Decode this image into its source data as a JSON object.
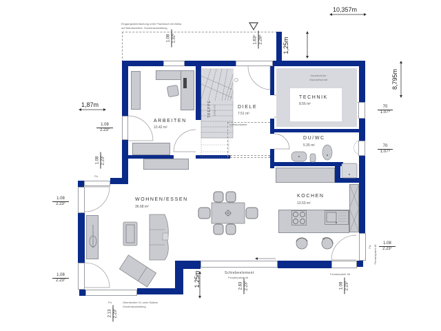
{
  "plan": {
    "overall_width": "10,357m",
    "overall_depth": "8,795m",
    "offset_left": "1,87m",
    "offset_top_right": "1,25m",
    "offset_bottom": "1,25m"
  },
  "notes": {
    "entrance_canopy_line1": "Eingangsüberdachung unter Flachdach mit Attika",
    "entrance_canopy_line2": "auf Wandscheibe, Sonderausstattung",
    "technik_sub_line1": "Haustechnik/",
    "technik_sub_line2": "Hauswirtschaft",
    "luftraum": "Luftraumkante",
    "treppe": "TREPPE",
    "treppe_sub": "12/18 cm",
    "balcony_line1": "Überdeckter KL unter Balkon",
    "balcony_line2": "Sonderausstattung",
    "schiebeelement": "Schiebeelement",
    "fensterpaket_1": "Fensterpaket 48",
    "fensterpaket_2": "Fensterpaket 48",
    "fensterpaket_3": "Fensterpaket 48",
    "fix_1": "Fix",
    "fix_2": "Fix",
    "fix_3": "Fix"
  },
  "rooms": {
    "arbeiten": {
      "name": "ARBEITEN",
      "area": "10.42 m²"
    },
    "diele": {
      "name": "DIELE",
      "area": "7.51 m²"
    },
    "technik": {
      "name": "TECHNIK",
      "area": "8.56 m²"
    },
    "duwc": {
      "name": "DU/WC",
      "area": "5.35 m²"
    },
    "wohnen": {
      "name": "WOHNEN/ESSEN",
      "area": "36.68 m²"
    },
    "kochen": {
      "name": "KOCHEN",
      "area": "13.53 m²"
    }
  },
  "openings": {
    "top_arbeiten": {
      "w": "1.08",
      "h": "1.32⁵"
    },
    "top_entrance": {
      "w": "1.63⁵",
      "h": "2.28⁵"
    },
    "right_technik": {
      "w": "70",
      "h": "1.07⁵"
    },
    "right_duwc": {
      "w": "70",
      "h": "1.07⁵"
    },
    "left_arbeiten": {
      "w": "1.08",
      "h": "2.23⁷"
    },
    "left_wohnen_upper_v": {
      "w": "1.08",
      "h": "2.23⁷"
    },
    "left_wohnen_door": {
      "w": "1.08",
      "h": "2.23⁷"
    },
    "left_wohnen_lower": {
      "w": "1.08",
      "h": "2.23⁷"
    },
    "bottom_left": {
      "w": "2.13",
      "h": "2.23⁷"
    },
    "bottom_sliding": {
      "w": "2.83",
      "h": "2.23⁷"
    },
    "bottom_kitchen": {
      "w": "1.08",
      "h": "2.23⁷"
    },
    "right_kitchen": {
      "w": "1.08",
      "h": "2.23⁷"
    }
  },
  "colors": {
    "wall": "#0a2a8a",
    "furniture": "#c9cbd1",
    "background": "#ffffff"
  }
}
